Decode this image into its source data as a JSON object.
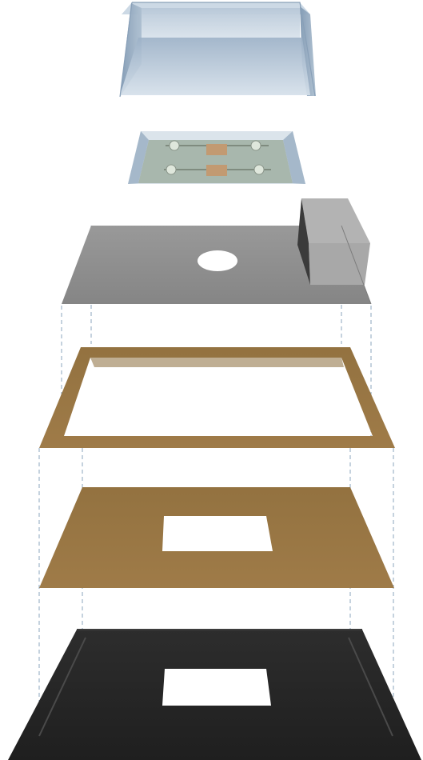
{
  "diagram": {
    "type": "exploded-assembly",
    "layers": [
      {
        "name": "transparent-cover",
        "color": "#9fb5c8"
      },
      {
        "name": "chip-carrier",
        "color": "#a9b9ad"
      },
      {
        "name": "gray-plate",
        "color": "#8e8e8e"
      },
      {
        "name": "brown-frame",
        "color": "#9a7745"
      },
      {
        "name": "brown-sheet",
        "color": "#9a7745"
      },
      {
        "name": "black-base",
        "color": "#242424"
      }
    ],
    "guide_line_color": "#7f9bb7"
  }
}
